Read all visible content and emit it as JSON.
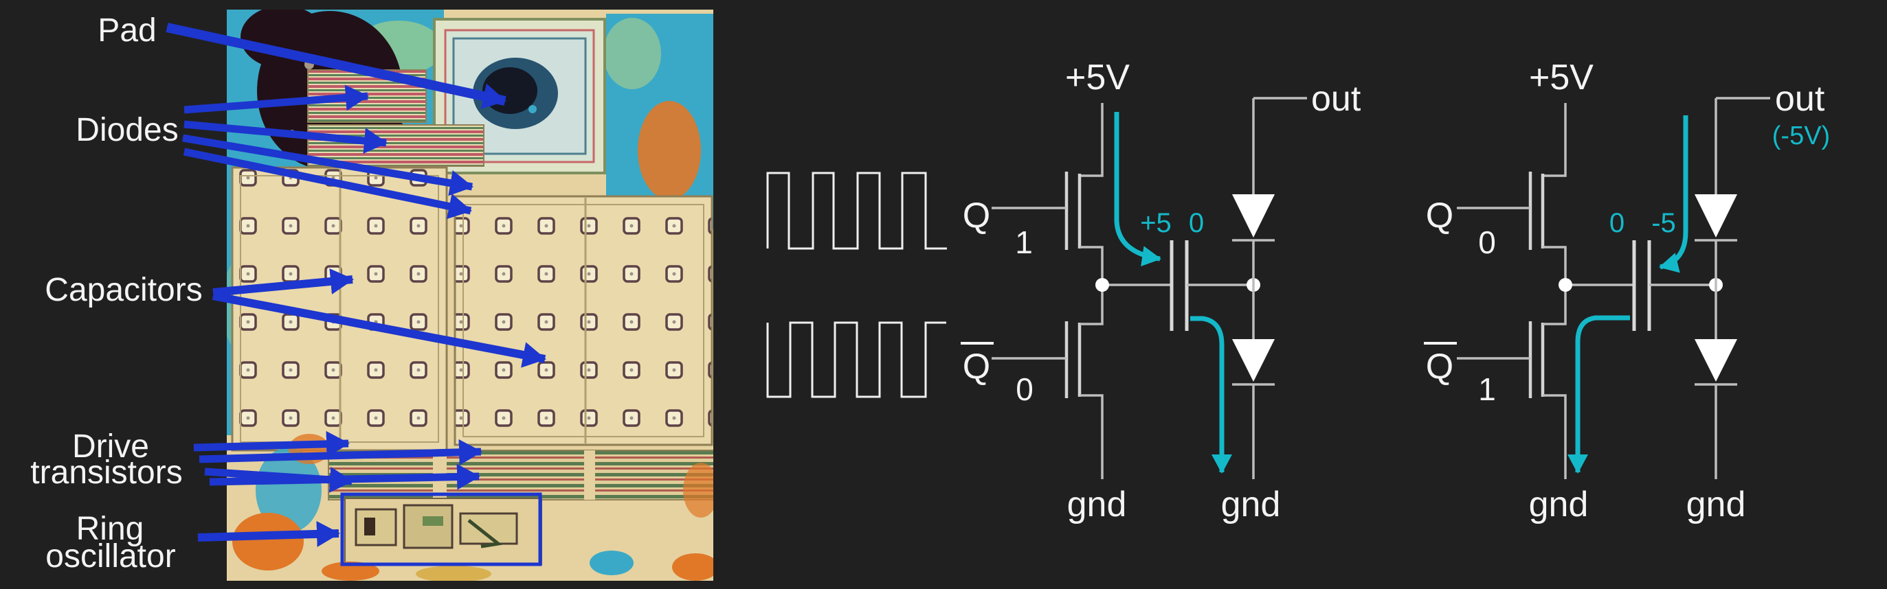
{
  "slide": {
    "background_color": "#202020",
    "annotation_arrow_color": "#1d36cf",
    "charge_arrow_color": "#14b9c9",
    "wire_color": "#bdbdbd",
    "text_color": "#f4f4f4"
  },
  "die_annotations": {
    "pad": "Pad",
    "diodes": "Diodes",
    "capacitors": "Capacitors",
    "drive_transistors_line1": "Drive",
    "drive_transistors_line2": "transistors",
    "ring_oscillator_line1": "Ring",
    "ring_oscillator_line2": "oscillator"
  },
  "clock": {
    "q_pulses": 4,
    "qbar_pulses": 4,
    "description": "complementary square-wave clocks driving the pump"
  },
  "circuits": [
    {
      "supply": "+5V",
      "clock_label": "Q",
      "clock_value": "1",
      "clockbar_label": "Q",
      "clockbar_value": "0",
      "cap_left_voltage": "+5",
      "cap_right_voltage": "0",
      "out_label": "out",
      "out_note": "",
      "gnd_left": "gnd",
      "gnd_right": "gnd"
    },
    {
      "supply": "+5V",
      "clock_label": "Q",
      "clock_value": "0",
      "clockbar_label": "Q",
      "clockbar_value": "1",
      "cap_left_voltage": "0",
      "cap_right_voltage": "-5",
      "out_label": "out",
      "out_note": "(-5V)",
      "gnd_left": "gnd",
      "gnd_right": "gnd"
    }
  ]
}
